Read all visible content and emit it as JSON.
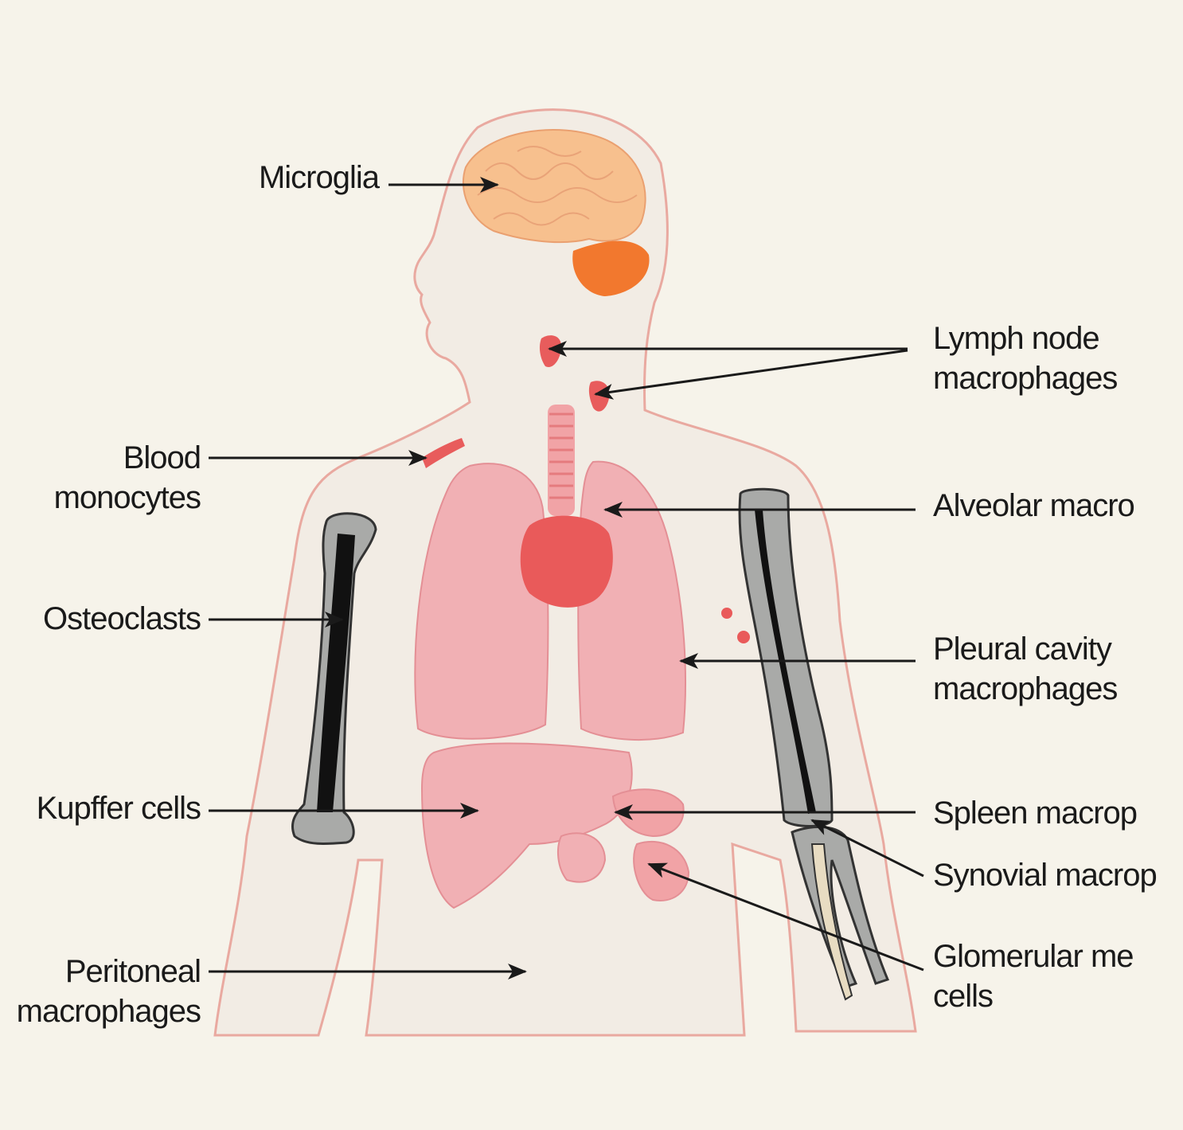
{
  "labels": {
    "microglia": [
      "Microglia"
    ],
    "lymph_node": [
      "Lymph node",
      "macrophages"
    ],
    "blood_monocytes": [
      "Blood",
      "monocytes"
    ],
    "alveolar": [
      "Alveolar macro"
    ],
    "osteoclasts": [
      "Osteoclasts"
    ],
    "pleural": [
      "Pleural cavity",
      "macrophages"
    ],
    "kupffer": [
      "Kupffer cells"
    ],
    "spleen": [
      "Spleen macrop"
    ],
    "synovial": [
      "Synovial macrop"
    ],
    "glomerular": [
      "Glomerular me",
      "cells"
    ],
    "peritoneal": [
      "Peritoneal",
      "macrophages"
    ]
  },
  "colors": {
    "background": "#f6f3ea",
    "skin_fill": "#f2ece4",
    "outline": "#e9a9a0",
    "brain": "#f7c08e",
    "cerebellum": "#f2782e",
    "organ_pink": "#f1b0b4",
    "heart": "#e95a5a",
    "bone": "#a9aaa8",
    "marrow": "#111111",
    "arrow": "#1a1a1a"
  }
}
